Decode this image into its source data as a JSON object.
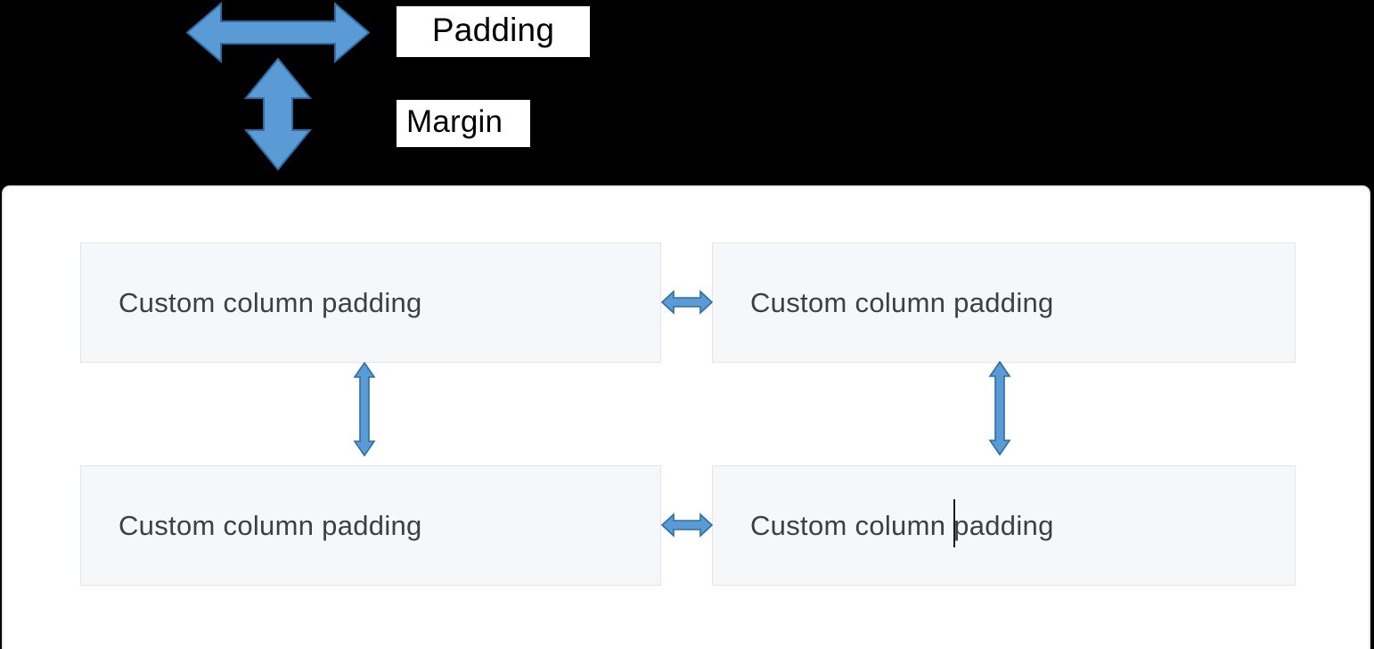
{
  "legend": {
    "padding_label": "Padding",
    "margin_label": "Margin",
    "padding_arrow_icon": "double-headed-horizontal-arrow-icon",
    "margin_arrow_icon": "double-headed-vertical-arrow-icon"
  },
  "colors": {
    "arrow_fill": "#5B9BD5",
    "arrow_stroke": "#2E6DA4",
    "legend_band_background": "#000000",
    "legend_tag_background": "#ffffff",
    "legend_tag_text": "#000000",
    "card_background": "#ffffff",
    "card_border": "#e8eaee",
    "box_fill": "#f6f7f9",
    "box_border": "#e2e5ea",
    "box_text": "#3f3f3f",
    "caret": "#1b1b1b"
  },
  "card": {
    "boxes": [
      {
        "id": "top-left",
        "label": "Custom column padding",
        "caret": false
      },
      {
        "id": "top-right",
        "label": "Custom column padding",
        "caret": false
      },
      {
        "id": "bottom-left",
        "label": "Custom column padding",
        "caret": false
      },
      {
        "id": "bottom-right",
        "label": "Custom column padding",
        "caret": true,
        "caret_after_characters": 13
      }
    ],
    "connectors": [
      {
        "id": "top-horizontal-gap",
        "icon": "double-headed-horizontal-arrow-icon",
        "orientation": "horizontal",
        "measures": "padding"
      },
      {
        "id": "bottom-horizontal-gap",
        "icon": "double-headed-horizontal-arrow-icon",
        "orientation": "horizontal",
        "measures": "padding"
      },
      {
        "id": "left-vertical-gap",
        "icon": "double-headed-vertical-arrow-icon",
        "orientation": "vertical",
        "measures": "margin"
      },
      {
        "id": "right-vertical-gap",
        "icon": "double-headed-vertical-arrow-icon",
        "orientation": "vertical",
        "measures": "margin"
      }
    ]
  }
}
